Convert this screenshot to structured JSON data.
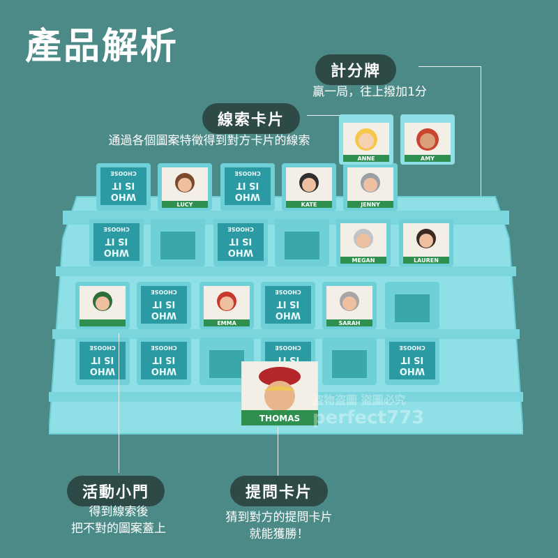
{
  "title": "產品解析",
  "labels": {
    "score": {
      "name": "計分牌",
      "desc": "贏一局，往上撥加1分"
    },
    "clue": {
      "name": "線索卡片",
      "desc": "通過各個圖案特徵得到對方卡片的線索"
    },
    "door": {
      "name": "活動小門",
      "desc_line1": "得到線索後",
      "desc_line2": "把不對的圖案蓋上"
    },
    "question": {
      "name": "提問卡片",
      "desc_line1": "猜到對方的提問卡片",
      "desc_line2": "就能獲勝！"
    }
  },
  "board": {
    "closed_text": [
      "CHOOSE",
      "IS IT",
      "WHO"
    ],
    "names": [
      "ANNE",
      "AMY",
      "LUCY",
      "KATE",
      "JENNY",
      "MEGAN",
      "LAUREN",
      "EMMA",
      "SARAH",
      "THOMAS"
    ]
  },
  "watermark": {
    "line1": "盗物盗圖 盜圖必究",
    "line2": "perfect773"
  },
  "colors": {
    "background": "#4b8a86",
    "board": "#8fe0e6",
    "pill": "#2d4a47"
  }
}
